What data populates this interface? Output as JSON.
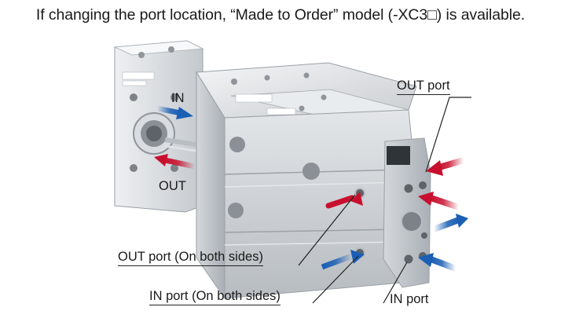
{
  "caption": "If changing the port location, “Made to Order” model (-XC3□) is available.",
  "labels": {
    "in": "IN",
    "out": "OUT",
    "out_port": "OUT port",
    "out_port_both": "OUT port (On both sides)",
    "in_port_both": "IN port (On both sides)",
    "in_port": "IN port"
  },
  "colors": {
    "in_arrow": "#1a5fb4",
    "out_arrow": "#c8102e"
  }
}
